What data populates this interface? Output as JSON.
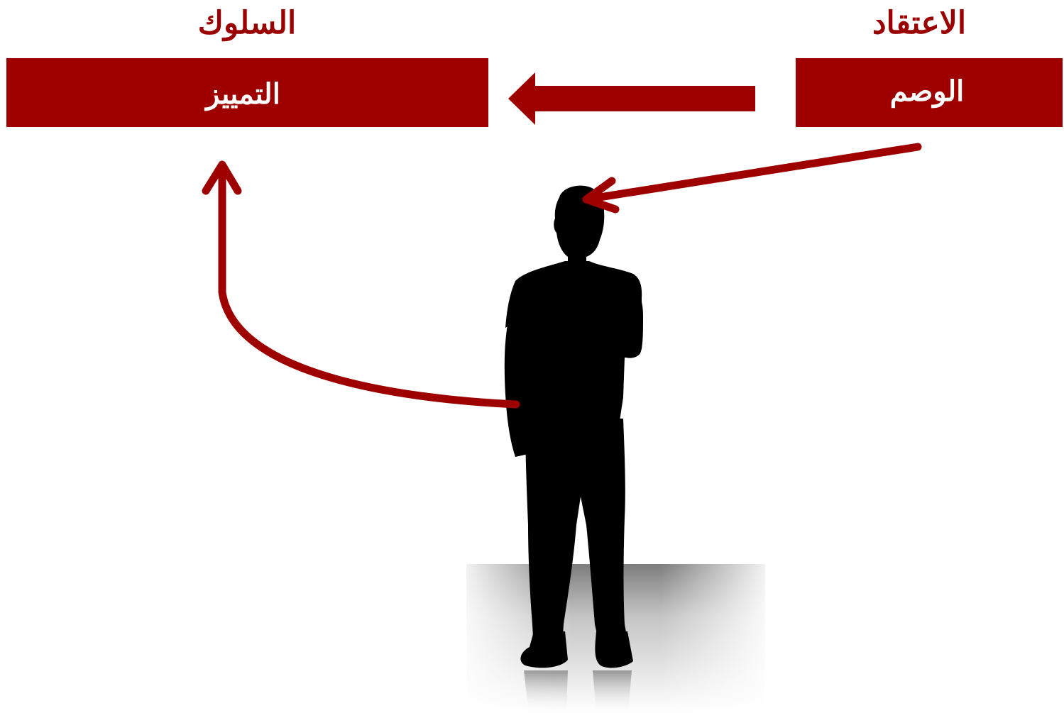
{
  "headings": {
    "behavior": "السلوك",
    "belief": "الاعتقاد"
  },
  "boxes": {
    "discrimination": "التمييز",
    "stigma": "الوصم"
  },
  "colors": {
    "accent": "#9e0000",
    "heading": "#9b0000",
    "silhouette": "#000000"
  }
}
